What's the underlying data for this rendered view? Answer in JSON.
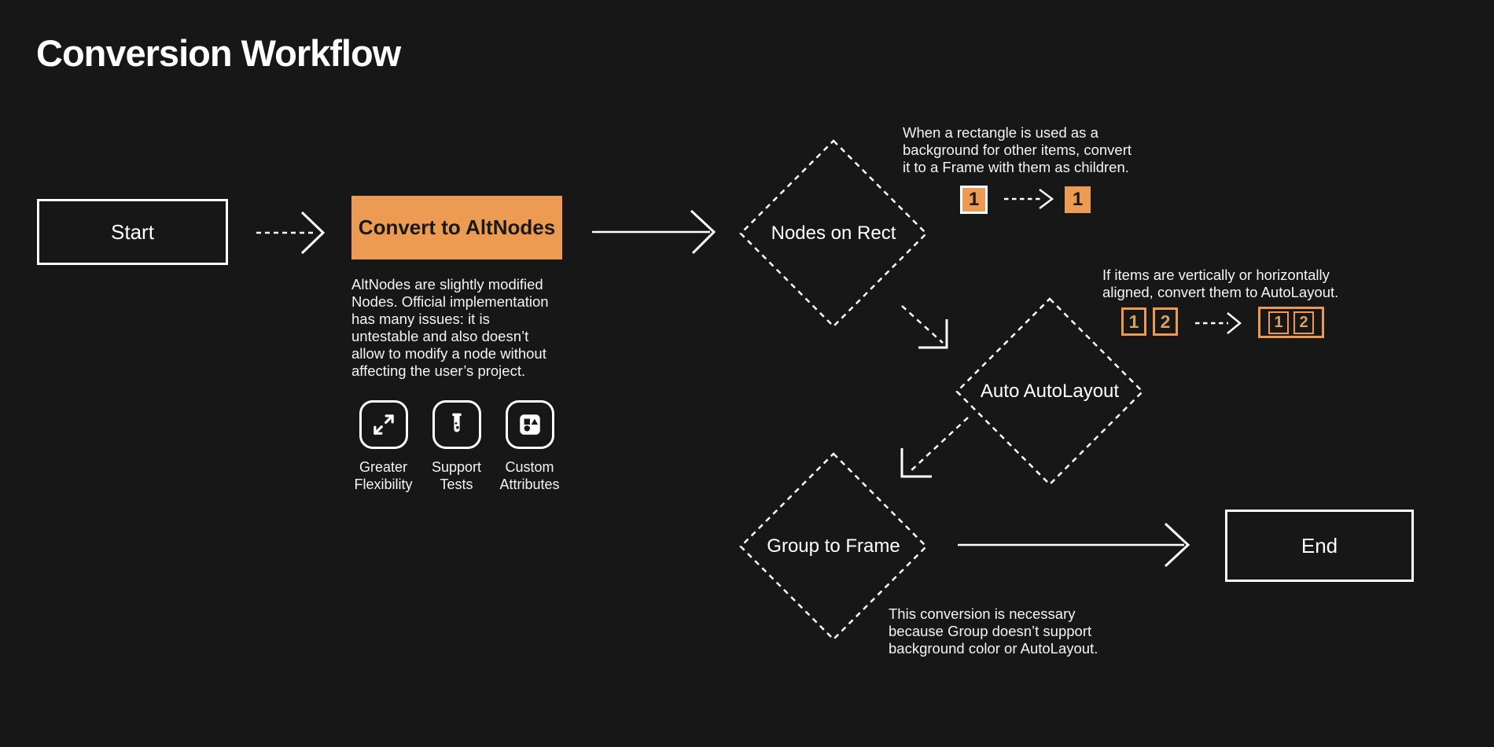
{
  "title": "Conversion Workflow",
  "colors": {
    "background": "#171717",
    "accent_orange": "#ED9B53",
    "outline_orange": "#EE9A4D",
    "badge_number_orange": "#D9A05E",
    "stroke_white": "#FFFFFF",
    "dark_text": "#1A1A1A"
  },
  "flow": {
    "start_label": "Start",
    "convert_label": "Convert to AltNodes",
    "nodes_on_rect_label": "Nodes on Rect",
    "auto_autolayout_label": "Auto AutoLayout",
    "group_to_frame_label": "Group to Frame",
    "end_label": "End",
    "convert_note_lines": [
      "AltNodes are slightly modified",
      "Nodes. Official implementation",
      "has many issues: it is",
      "untestable and also doesn’t",
      "allow to modify a node without",
      "affecting the user’s project."
    ]
  },
  "features": [
    {
      "icon": "expand-arrows-icon",
      "line1": "Greater",
      "line2": "Flexibility"
    },
    {
      "icon": "test-tube-icon",
      "line1": "Support",
      "line2": "Tests"
    },
    {
      "icon": "shapes-icon",
      "line1": "Custom",
      "line2": "Attributes"
    }
  ],
  "annotations": {
    "rect_note": {
      "lines": [
        "When a rectangle is used as a",
        "background for other items, convert",
        "it to a Frame with them as children."
      ],
      "badge_before": "1",
      "badge_after": "1"
    },
    "autolayout_note": {
      "lines": [
        "If items are vertically or horizontally",
        "aligned, convert them to AutoLayout."
      ],
      "badge_1": "1",
      "badge_2": "2",
      "result_badge_1": "1",
      "result_badge_2": "2"
    },
    "group_note": {
      "lines": [
        "This conversion is necessary",
        "because Group doesn’t support",
        "background color or AutoLayout."
      ]
    }
  }
}
